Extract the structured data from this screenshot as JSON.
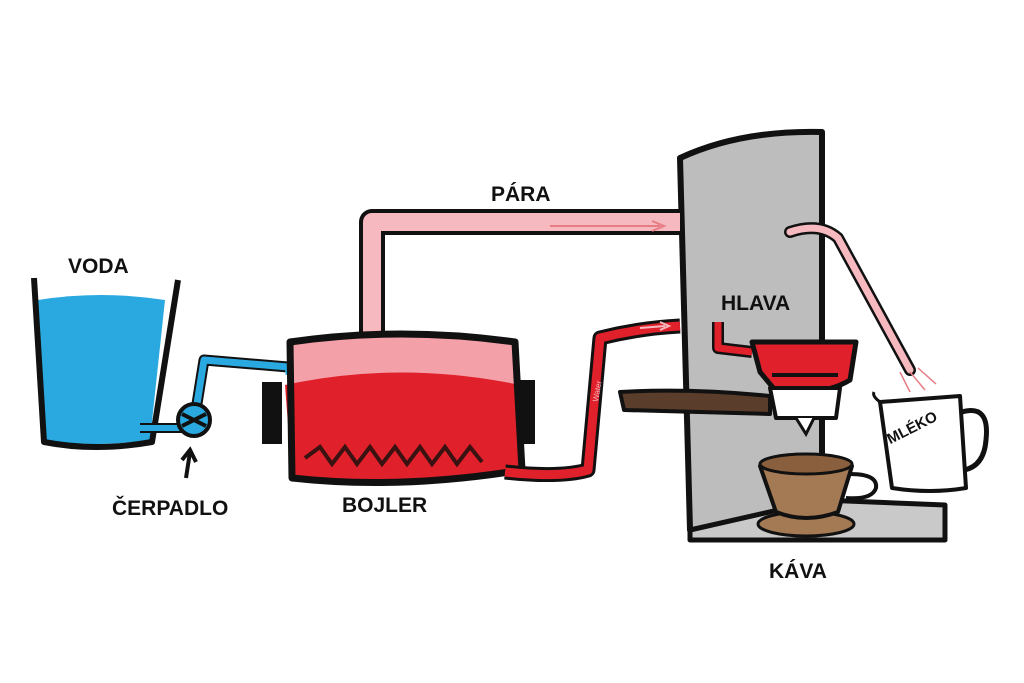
{
  "labels": {
    "water": "VODA",
    "pump": "ČERPADLO",
    "boiler": "BOJLER",
    "steam": "PÁRA",
    "head": "HLAVA",
    "coffee": "KÁVA",
    "milk": "MLÉKO",
    "pipe_text": "Water"
  },
  "colors": {
    "water": "#29a9e0",
    "boiler": "#e0202a",
    "boiler_top": "#f4a0a8",
    "steam_pipe": "#f6b9bf",
    "hot_pipe": "#e0202a",
    "machine": "#b8b8b8",
    "cup": "#a47a55",
    "portafilter_handle": "#5a3d2b"
  }
}
